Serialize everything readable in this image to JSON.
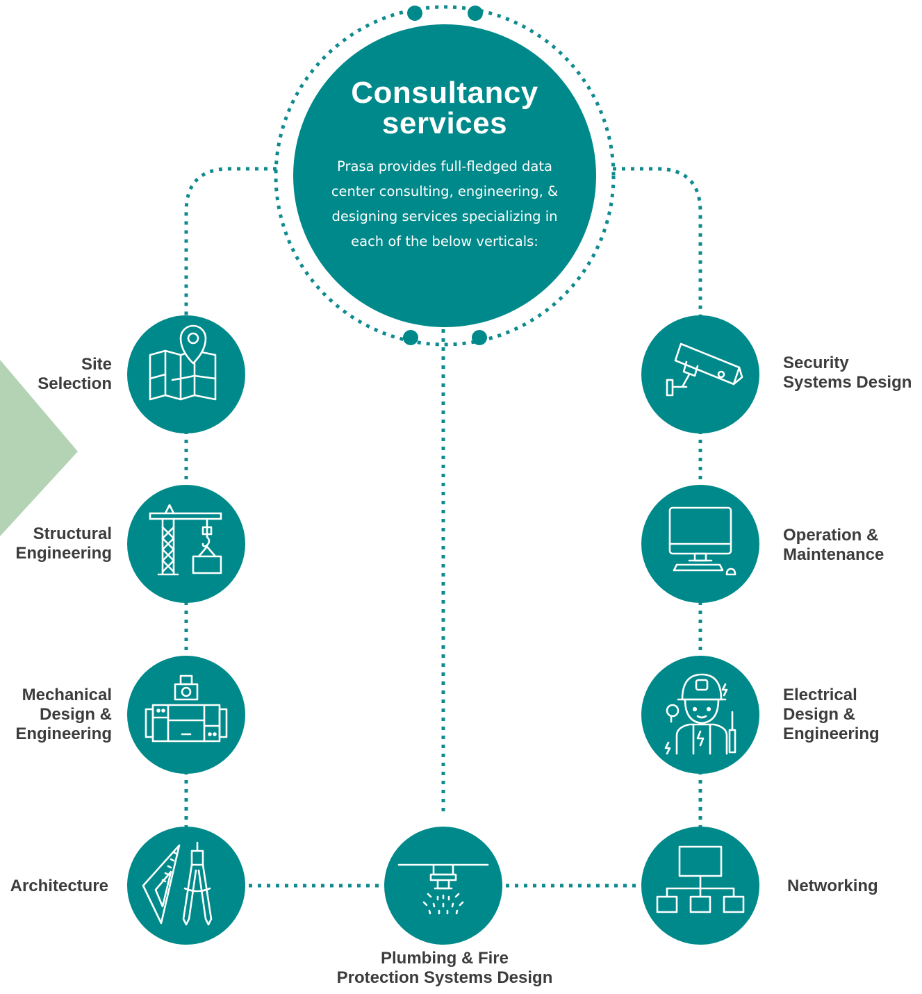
{
  "hub": {
    "title": "Consultancy\nservices",
    "description": "Prasa provides full-fledged data center consulting, engineering, & designing services specializing in each of the below verticals:"
  },
  "colors": {
    "teal": "#00898a",
    "connector": "#0f8a8e",
    "arrow": "#b4d3b4",
    "label": "#3c3c3c"
  },
  "nodes": [
    {
      "id": "site-selection",
      "label": "Site\nSelection",
      "icon": "map-pin-icon"
    },
    {
      "id": "structural-engineering",
      "label": "Structural\nEngineering",
      "icon": "crane-icon"
    },
    {
      "id": "mechanical-design",
      "label": "Mechanical\nDesign &\nEngineering",
      "icon": "generator-icon"
    },
    {
      "id": "architecture",
      "label": "Architecture",
      "icon": "drafting-tools-icon"
    },
    {
      "id": "plumbing-fire",
      "label": "Plumbing & Fire\nProtection Systems Design",
      "icon": "sprinkler-icon"
    },
    {
      "id": "networking",
      "label": "Networking",
      "icon": "network-icon"
    },
    {
      "id": "electrical-design",
      "label": "Electrical\nDesign &\nEngineering",
      "icon": "electrician-icon"
    },
    {
      "id": "operation-maintenance",
      "label": "Operation &\nMaintenance",
      "icon": "computer-icon"
    },
    {
      "id": "security-systems",
      "label": "Security\nSystems Design",
      "icon": "cctv-camera-icon"
    }
  ]
}
